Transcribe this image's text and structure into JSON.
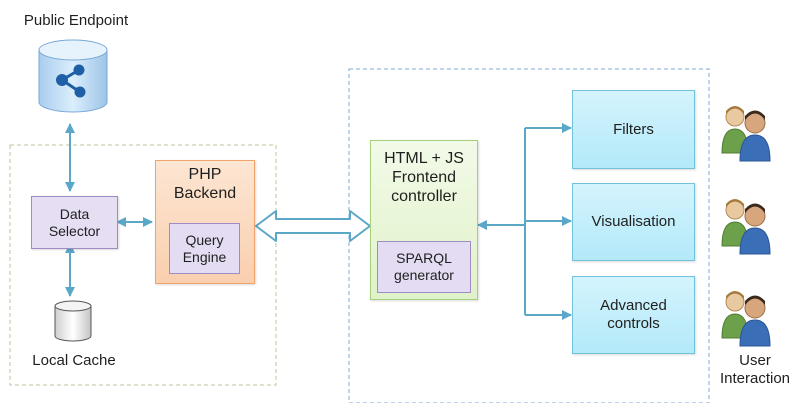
{
  "labels": {
    "public_endpoint": "Public Endpoint",
    "data_selector": "Data\nSelector",
    "php_backend": "PHP\nBackend",
    "query_engine": "Query\nEngine",
    "local_cache": "Local Cache",
    "frontend_controller": "HTML + JS\nFrontend\ncontroller",
    "sparql_generator": "SPARQL\ngenerator",
    "filters": "Filters",
    "visualisation": "Visualisation",
    "advanced_controls": "Advanced\ncontrols",
    "user_interaction": "User\nInteraction"
  },
  "colors": {
    "arrow": "#5aa7c8",
    "backend_group_border": "#b9c79a",
    "frontend_group_border": "#7fa9d6",
    "data_selector_fill": "#e6def3",
    "data_selector_border": "#9f8cc4",
    "php_fill": "#fbd9bf",
    "php_border": "#f0a46c",
    "query_engine_fill": "#e4dcf2",
    "frontend_fill": "#e9f6d6",
    "frontend_border": "#a6cf7d",
    "ui_box_fill": "#bfeefb",
    "ui_box_border": "#72c2dc",
    "database_fill": "#c9e2f7",
    "cache_fill": "#f2f2f2"
  },
  "icons": {
    "endpoint": "semantic-web-database-icon",
    "cache": "database-cylinder-icon",
    "users": "user-group-icon"
  }
}
